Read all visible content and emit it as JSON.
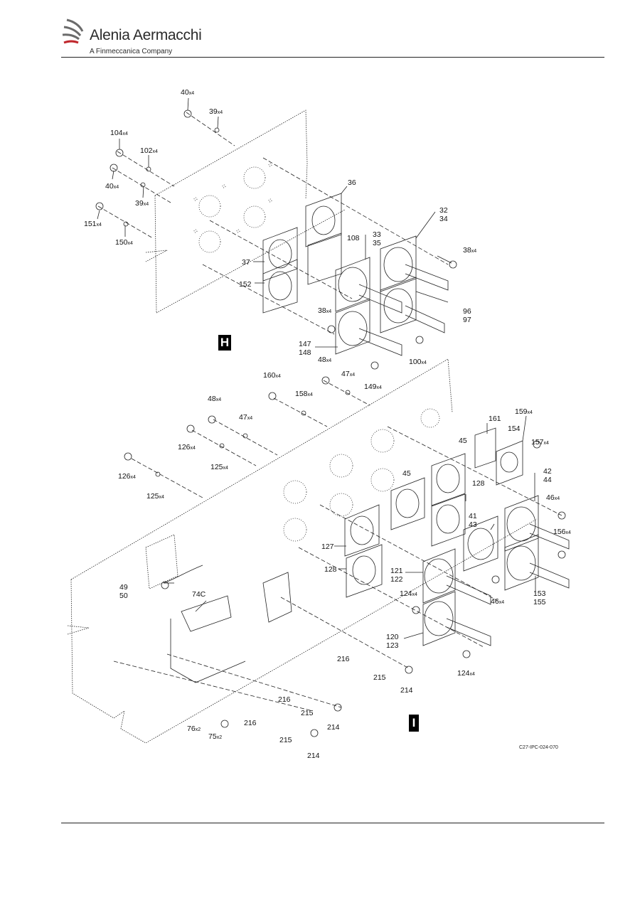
{
  "header": {
    "company": "Alenia Aermacchi",
    "subtitle": "A Finmeccanica Company"
  },
  "zones": {
    "upper": "H",
    "lower": "I"
  },
  "figure_ref": "C27-IPC-024-070",
  "callouts": [
    {
      "id": "c40a",
      "num": "40",
      "qty": "x4"
    },
    {
      "id": "c39a",
      "num": "39",
      "qty": "x4"
    },
    {
      "id": "c104",
      "num": "104",
      "qty": "x4"
    },
    {
      "id": "c102",
      "num": "102",
      "qty": "x4"
    },
    {
      "id": "c40b",
      "num": "40",
      "qty": "x4"
    },
    {
      "id": "c39b",
      "num": "39",
      "qty": "x4"
    },
    {
      "id": "c151",
      "num": "151",
      "qty": "x4"
    },
    {
      "id": "c150",
      "num": "150",
      "qty": "x4"
    },
    {
      "id": "c36",
      "num": "36",
      "qty": ""
    },
    {
      "id": "c32",
      "num": "32",
      "qty": ""
    },
    {
      "id": "c34",
      "num": "34",
      "qty": ""
    },
    {
      "id": "c33",
      "num": "33",
      "qty": ""
    },
    {
      "id": "c35",
      "num": "35",
      "qty": ""
    },
    {
      "id": "c108",
      "num": "108",
      "qty": ""
    },
    {
      "id": "c38a",
      "num": "38",
      "qty": "x4"
    },
    {
      "id": "c37",
      "num": "37",
      "qty": ""
    },
    {
      "id": "c152",
      "num": "152",
      "qty": ""
    },
    {
      "id": "c96",
      "num": "96",
      "qty": ""
    },
    {
      "id": "c97",
      "num": "97",
      "qty": ""
    },
    {
      "id": "c38b",
      "num": "38",
      "qty": "x4"
    },
    {
      "id": "c147",
      "num": "147",
      "qty": ""
    },
    {
      "id": "c148",
      "num": "148",
      "qty": ""
    },
    {
      "id": "c100",
      "num": "100",
      "qty": "x4"
    },
    {
      "id": "c48a",
      "num": "48",
      "qty": "x4"
    },
    {
      "id": "c47a",
      "num": "47",
      "qty": "x4"
    },
    {
      "id": "c149",
      "num": "149",
      "qty": "x4"
    },
    {
      "id": "c160",
      "num": "160",
      "qty": "x4"
    },
    {
      "id": "c158",
      "num": "158",
      "qty": "x4"
    },
    {
      "id": "c48b",
      "num": "48",
      "qty": "x4"
    },
    {
      "id": "c47b",
      "num": "47",
      "qty": "x4"
    },
    {
      "id": "c126a",
      "num": "126",
      "qty": "x4"
    },
    {
      "id": "c125a",
      "num": "125",
      "qty": "x4"
    },
    {
      "id": "c126b",
      "num": "126",
      "qty": "x4"
    },
    {
      "id": "c125b",
      "num": "125",
      "qty": "x4"
    },
    {
      "id": "c161",
      "num": "161",
      "qty": ""
    },
    {
      "id": "c159",
      "num": "159",
      "qty": "x4"
    },
    {
      "id": "c154",
      "num": "154",
      "qty": ""
    },
    {
      "id": "c157",
      "num": "157",
      "qty": "x4"
    },
    {
      "id": "c45a",
      "num": "45",
      "qty": ""
    },
    {
      "id": "c45b",
      "num": "45",
      "qty": ""
    },
    {
      "id": "c42",
      "num": "42",
      "qty": ""
    },
    {
      "id": "c44",
      "num": "44",
      "qty": ""
    },
    {
      "id": "c128a",
      "num": "128",
      "qty": ""
    },
    {
      "id": "c46a",
      "num": "46",
      "qty": "x4"
    },
    {
      "id": "c41",
      "num": "41",
      "qty": ""
    },
    {
      "id": "c43",
      "num": "43",
      "qty": ""
    },
    {
      "id": "c156",
      "num": "156",
      "qty": "x4"
    },
    {
      "id": "c127",
      "num": "127",
      "qty": ""
    },
    {
      "id": "c128b",
      "num": "128",
      "qty": ""
    },
    {
      "id": "c121",
      "num": "121",
      "qty": ""
    },
    {
      "id": "c122",
      "num": "122",
      "qty": ""
    },
    {
      "id": "c124a",
      "num": "124",
      "qty": "x4"
    },
    {
      "id": "c46b",
      "num": "46",
      "qty": "x4"
    },
    {
      "id": "c153",
      "num": "153",
      "qty": ""
    },
    {
      "id": "c155",
      "num": "155",
      "qty": ""
    },
    {
      "id": "c49",
      "num": "49",
      "qty": ""
    },
    {
      "id": "c50",
      "num": "50",
      "qty": ""
    },
    {
      "id": "c74c",
      "num": "74C",
      "qty": ""
    },
    {
      "id": "c120",
      "num": "120",
      "qty": ""
    },
    {
      "id": "c123",
      "num": "123",
      "qty": ""
    },
    {
      "id": "c124b",
      "num": "124",
      "qty": "x4"
    },
    {
      "id": "c216a",
      "num": "216",
      "qty": ""
    },
    {
      "id": "c215a",
      "num": "215",
      "qty": ""
    },
    {
      "id": "c214a",
      "num": "214",
      "qty": ""
    },
    {
      "id": "c216b",
      "num": "216",
      "qty": ""
    },
    {
      "id": "c215b",
      "num": "215",
      "qty": ""
    },
    {
      "id": "c214b",
      "num": "214",
      "qty": ""
    },
    {
      "id": "c216c",
      "num": "216",
      "qty": ""
    },
    {
      "id": "c215c",
      "num": "215",
      "qty": ""
    },
    {
      "id": "c214c",
      "num": "214",
      "qty": ""
    },
    {
      "id": "c76",
      "num": "76",
      "qty": "x2"
    },
    {
      "id": "c75",
      "num": "75",
      "qty": "x2"
    }
  ]
}
